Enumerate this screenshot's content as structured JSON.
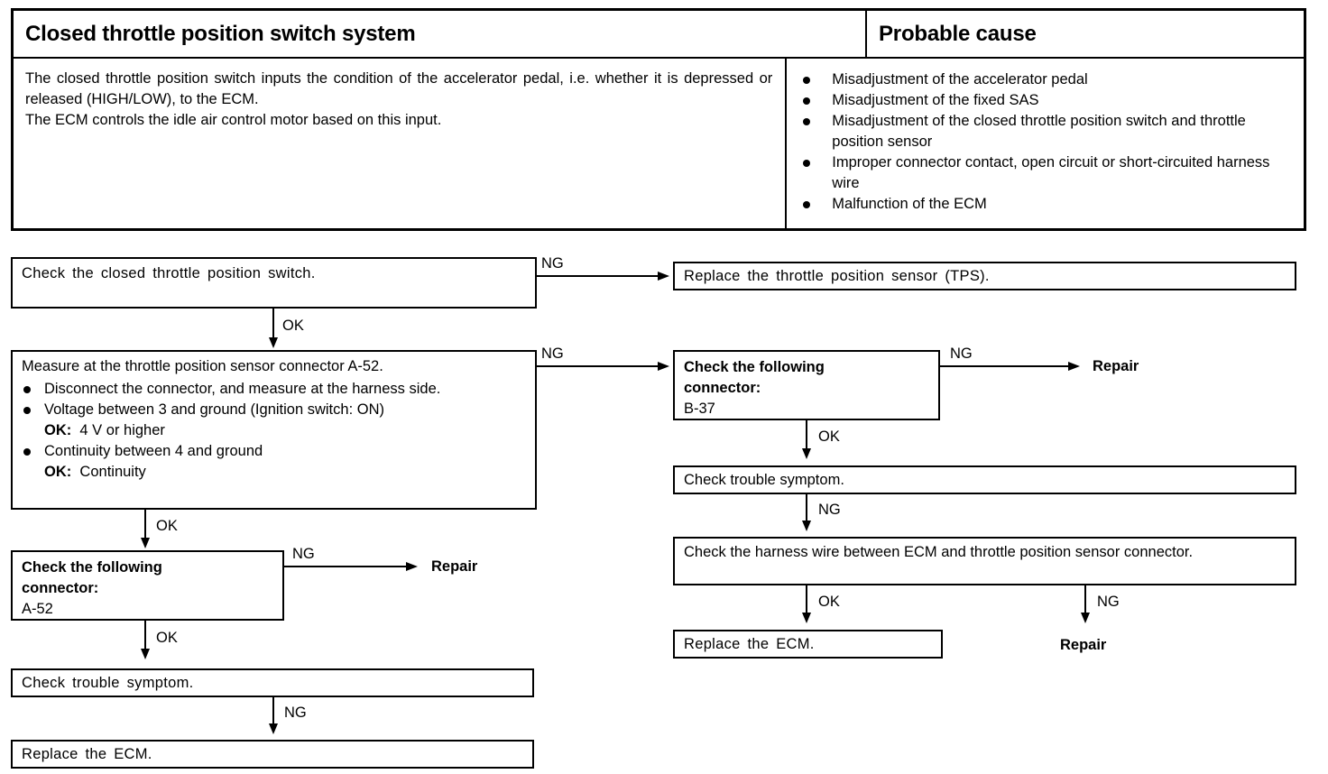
{
  "symptom_table": {
    "headers": {
      "left": "Closed throttle position switch system",
      "right": "Probable cause"
    },
    "description": [
      "The closed throttle position switch inputs the condition of the accelerator pedal, i.e. whether it is depressed or released (HIGH/LOW), to the ECM.",
      "The ECM controls the idle air control motor based on this input."
    ],
    "probable_causes": [
      "Misadjustment of the accelerator pedal",
      "Misadjustment of the fixed SAS",
      "Misadjustment of the closed throttle position switch and throttle position sensor",
      "Improper connector contact, open circuit or short-circuited harness wire",
      "Malfunction of the ECM"
    ]
  },
  "flowchart": {
    "check_switch": "Check  the  closed  throttle  position  switch.",
    "replace_tps": "Replace  the  throttle  position  sensor  (TPS).",
    "measure": {
      "title": "Measure at the throttle position sensor connector A-52.",
      "items": [
        {
          "text": "Disconnect the connector, and measure at the harness side.",
          "sub_label": "",
          "sub_value": ""
        },
        {
          "text": "Voltage between 3 and ground (Ignition switch: ON)",
          "sub_label": "OK:",
          "sub_value": "4 V or higher"
        },
        {
          "text": "Continuity between 4 and ground",
          "sub_label": "OK:",
          "sub_value": "Continuity"
        }
      ]
    },
    "connector_a52": {
      "title_line1": "Check  the  following",
      "title_line2": "connector:",
      "value": "A-52"
    },
    "connector_b37": {
      "title_line1": "Check  the  following",
      "title_line2": "connector:",
      "value": "B-37"
    },
    "check_trouble_left": "Check  trouble  symptom.",
    "replace_ecm_left": "Replace  the  ECM.",
    "check_trouble_right": "Check trouble symptom.",
    "check_harness": "Check the harness wire between ECM and throttle position sensor connector.",
    "replace_ecm_right": "Replace  the  ECM.",
    "repair_left": "Repair",
    "repair_right_top": "Repair",
    "repair_right_bottom": "Repair",
    "labels": {
      "ng": "NG",
      "ok": "OK"
    }
  }
}
